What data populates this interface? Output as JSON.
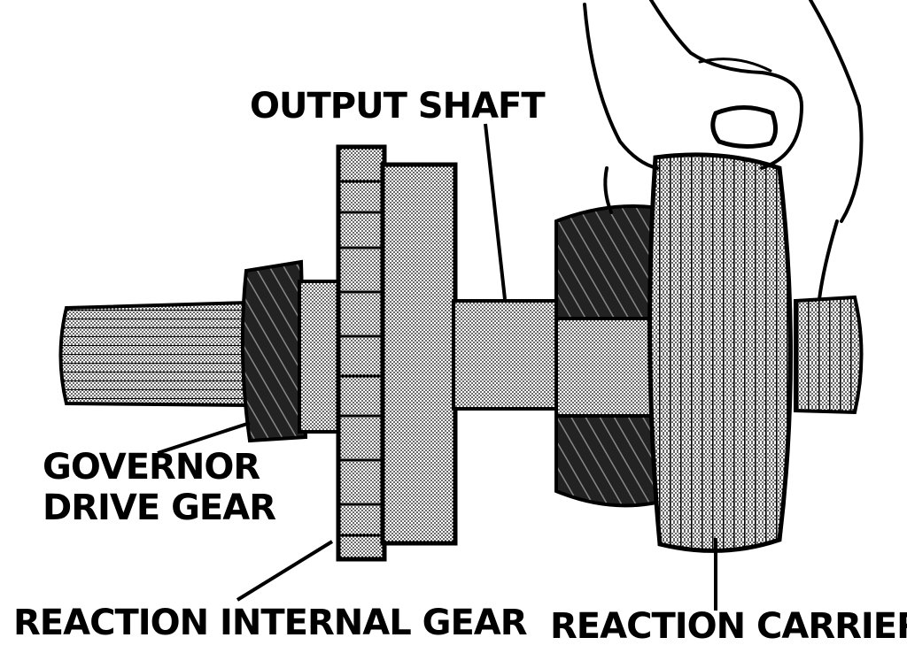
{
  "labels": {
    "output_shaft": "OUTPUT SHAFT",
    "governor_line1": "GOVERNOR",
    "governor_line2": "DRIVE GEAR",
    "reaction_internal_gear": "REACTION INTERNAL GEAR",
    "reaction_carrier": "REACTION CARRIER"
  },
  "colors": {
    "ink": "#000000",
    "paper": "#ffffff",
    "shade": "#bdbdbd",
    "dark_gear": "#1a1a1a"
  }
}
